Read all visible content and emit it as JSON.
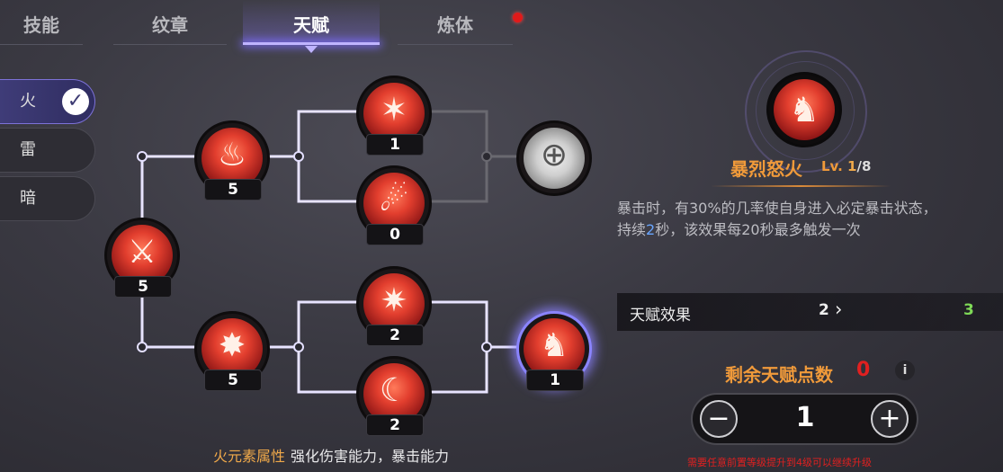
{
  "tabs": [
    {
      "label": "技能",
      "active": false
    },
    {
      "label": "纹章",
      "active": false
    },
    {
      "label": "天赋",
      "active": true
    },
    {
      "label": "炼体",
      "active": false
    }
  ],
  "elements": [
    {
      "label": "火",
      "active": true
    },
    {
      "label": "雷",
      "active": false
    },
    {
      "label": "暗",
      "active": false
    }
  ],
  "tree": {
    "nodes": [
      {
        "id": "root-sword",
        "icon": "sword-icon",
        "level": "5"
      },
      {
        "id": "flame",
        "icon": "flame-icon",
        "level": "5"
      },
      {
        "id": "burst",
        "icon": "burst-icon",
        "level": "5"
      },
      {
        "id": "slash-a",
        "icon": "fire-slash-icon",
        "level": "1"
      },
      {
        "id": "wolf",
        "icon": "fire-wolf-icon",
        "level": "0"
      },
      {
        "id": "flame-strike",
        "icon": "flame-strike-icon",
        "level": "2"
      },
      {
        "id": "crescent",
        "icon": "crescent-flame-icon",
        "level": "2"
      },
      {
        "id": "locked",
        "icon": "lock-icon",
        "level": ""
      },
      {
        "id": "rage",
        "icon": "rage-figure-icon",
        "level": "1"
      }
    ],
    "attribute": {
      "label": "火元素属性",
      "value": "强化伤害能力，暴击能力"
    }
  },
  "detail": {
    "icon": "rage-figure-icon",
    "name": "暴烈怒火",
    "level_prefix": "Lv.",
    "level_current": "1",
    "level_max": "/8",
    "desc_1": "暴击时，有30%的几率使自身进入必定暴击状态，",
    "desc_2a": "持续",
    "desc_2_highlight": "2",
    "desc_2b": "秒，该效果每20秒最多触发一次",
    "effect_label": "天赋效果",
    "effect_current": "2",
    "effect_next": "3",
    "remaining_label": "剩余天赋点数",
    "remaining_value": "0",
    "info_glyph": "i",
    "stepper_value": "1",
    "warning": "需要任意前置等级提升到4级可以继续升级"
  },
  "colors": {
    "accent": "#bfb4ff",
    "orange": "#f09a3a",
    "red": "#e02020",
    "green": "#7ed957",
    "blue_highlight": "#6aa6ff"
  }
}
